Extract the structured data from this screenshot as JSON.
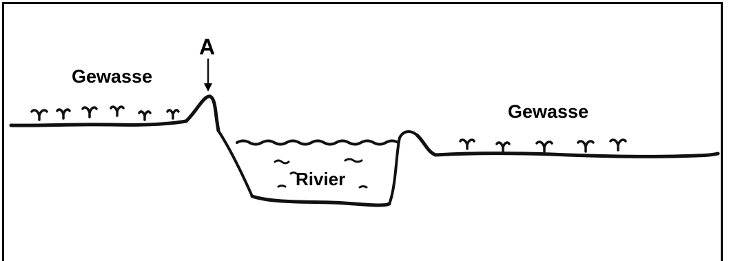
{
  "labels": {
    "point": "A",
    "floodplain_left": "Gewasse",
    "floodplain_right": "Gewasse",
    "river": "Rivier"
  }
}
